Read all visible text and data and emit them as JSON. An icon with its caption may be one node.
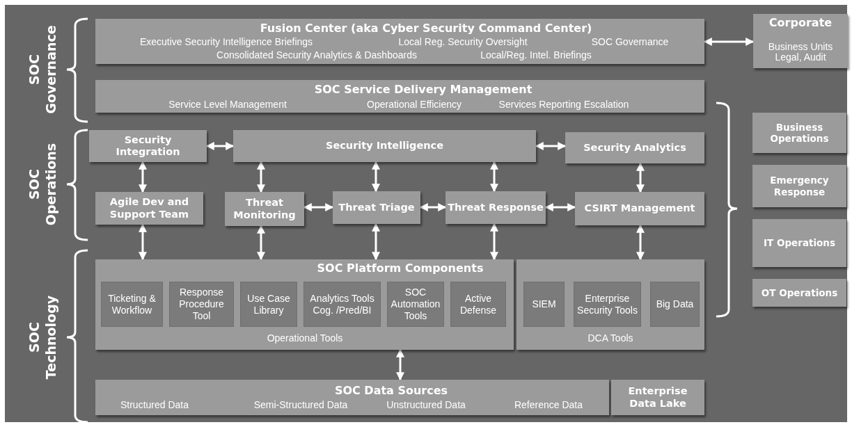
{
  "diagram": {
    "nodes": [
      {
        "text": [
          "Fusion Center (aka Cyber Security Command Center)",
          "Executive Security Intelligence Briefings",
          "Local Reg. Security Oversight",
          "SOC Governance",
          "Consolidated Security Analytics & Dashboards",
          "Local/Reg. Intel. Briefings"
        ]
      },
      {
        "text": [
          "Corporate",
          "Business Units Legal, Audit"
        ]
      },
      {
        "text": [
          "SOC Service Delivery Management",
          "Service Level Management",
          "Operational Efficiency",
          "Services Reporting Escalation"
        ]
      },
      {
        "text": [
          "Security Integration"
        ]
      },
      {
        "text": [
          "Security Intelligence"
        ]
      },
      {
        "text": [
          "Security Analytics"
        ]
      },
      {
        "text": [
          "Agile Dev and Support Team"
        ]
      },
      {
        "text": [
          "Threat Monitoring"
        ]
      },
      {
        "text": [
          "Threat Triage"
        ]
      },
      {
        "text": [
          "Threat Response"
        ]
      },
      {
        "text": [
          "CSIRT Management"
        ]
      },
      {
        "text": [
          "SOC Platform Components",
          "Operational Tools"
        ]
      },
      {
        "text": [
          "Ticketing & Workflow"
        ],
        "in": 11
      },
      {
        "text": [
          "Response Procedure Tool"
        ],
        "in": 11
      },
      {
        "text": [
          "Use Case Library"
        ],
        "in": 11
      },
      {
        "text": [
          "Analytics Tools Cog. /Pred/BI"
        ],
        "in": 11
      },
      {
        "text": [
          "SOC Automation Tools"
        ],
        "in": 11
      },
      {
        "text": [
          "Active Defense"
        ],
        "in": 11
      },
      {
        "text": [
          "DCA Tools"
        ]
      },
      {
        "text": [
          "SIEM"
        ],
        "in": 18
      },
      {
        "text": [
          "Enterprise Security Tools"
        ],
        "in": 18
      },
      {
        "text": [
          "Big Data"
        ],
        "in": 18
      },
      {
        "text": [
          "SOC Data Sources",
          "Structured Data",
          "Semi-Structured Data",
          "Unstructured Data",
          "Reference Data"
        ]
      },
      {
        "text": [
          "Enterprise Data Lake"
        ]
      },
      {
        "text": [
          "Business Operations"
        ]
      },
      {
        "text": [
          "Emergency Response"
        ]
      },
      {
        "text": [
          "IT Operations"
        ]
      },
      {
        "text": [
          "OT Operations"
        ]
      }
    ],
    "edges": [
      {
        "from": 0,
        "to": 1,
        "arrow": "both"
      },
      {
        "from": 3,
        "to": 4,
        "arrow": "both"
      },
      {
        "from": 4,
        "to": 5,
        "arrow": "both"
      },
      {
        "from": 3,
        "to": 6,
        "arrow": "both"
      },
      {
        "from": 4,
        "to": 7,
        "arrow": "both"
      },
      {
        "from": 4,
        "to": 8,
        "arrow": "both"
      },
      {
        "from": 4,
        "to": 9,
        "arrow": "both"
      },
      {
        "from": 5,
        "to": 10,
        "arrow": "both"
      },
      {
        "from": 7,
        "to": 8,
        "arrow": "both"
      },
      {
        "from": 8,
        "to": 9,
        "arrow": "both"
      },
      {
        "from": 9,
        "to": 10,
        "arrow": "both"
      },
      {
        "from": 6,
        "to": 11,
        "arrow": "both"
      },
      {
        "from": 7,
        "to": 11,
        "arrow": "both"
      },
      {
        "from": 8,
        "to": 11,
        "arrow": "both"
      },
      {
        "from": 9,
        "to": 11,
        "arrow": "both"
      },
      {
        "from": 10,
        "to": 18,
        "arrow": "both"
      },
      {
        "from": 11,
        "to": 22,
        "arrow": "both"
      }
    ],
    "labels": [
      "SOC Governance",
      "SOC Operations",
      "SOC Technology"
    ]
  }
}
